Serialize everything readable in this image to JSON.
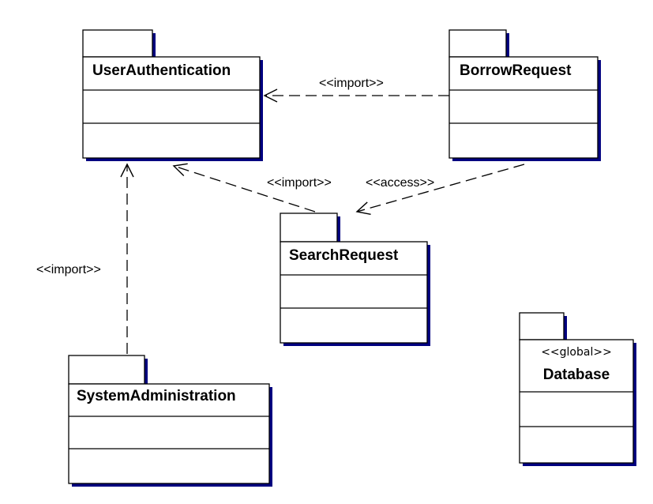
{
  "packages": {
    "user_authentication": {
      "name": "UserAuthentication"
    },
    "borrow_request": {
      "name": "BorrowRequest"
    },
    "search_request": {
      "name": "SearchRequest"
    },
    "system_administration": {
      "name": "SystemAdministration"
    },
    "database": {
      "name": "Database",
      "stereotype": "<<global>>"
    }
  },
  "dependencies": {
    "borrow_to_user_auth": {
      "label": "<<import>>"
    },
    "search_to_user_auth": {
      "label": "<<import>>"
    },
    "borrow_to_search": {
      "label": "<<access>>"
    },
    "sysadmin_to_user_auth": {
      "label": "<<import>>"
    }
  },
  "colors": {
    "line": "#000000",
    "shadow": "#000080",
    "fill": "#ffffff"
  }
}
